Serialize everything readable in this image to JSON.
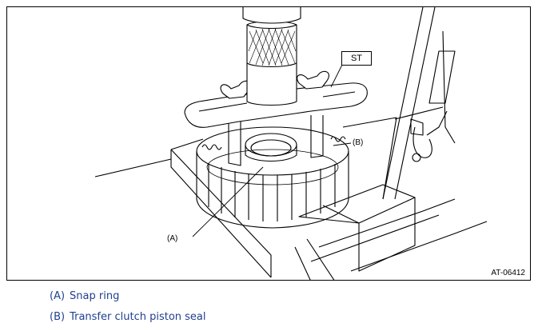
{
  "figure": {
    "id_label": "AT-06412",
    "tool_label": "ST",
    "callout_a": "(A)",
    "callout_b": "(B)"
  },
  "legend": [
    {
      "key": "(A)",
      "text": "Snap ring"
    },
    {
      "key": "(B)",
      "text": "Transfer clutch piston seal"
    }
  ],
  "colors": {
    "legend_text": "#1f3f8f",
    "line": "#000000"
  }
}
